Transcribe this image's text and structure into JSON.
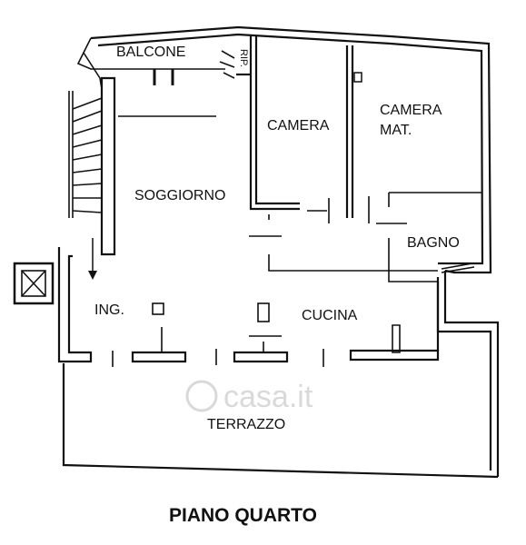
{
  "rooms": {
    "balcone": "BALCONE",
    "rip": "RIP.",
    "camera": "CAMERA",
    "camera_mat_line1": "CAMERA",
    "camera_mat_line2": "MAT.",
    "soggiorno": "SOGGIORNO",
    "bagno": "BAGNO",
    "ing": "ING.",
    "cucina": "CUCINA",
    "terrazzo": "TERRAZZO"
  },
  "title": "PIANO QUARTO",
  "watermark": "casa.it",
  "colors": {
    "line": "#111111",
    "background": "#ffffff",
    "watermark": "#d9d9d9"
  }
}
